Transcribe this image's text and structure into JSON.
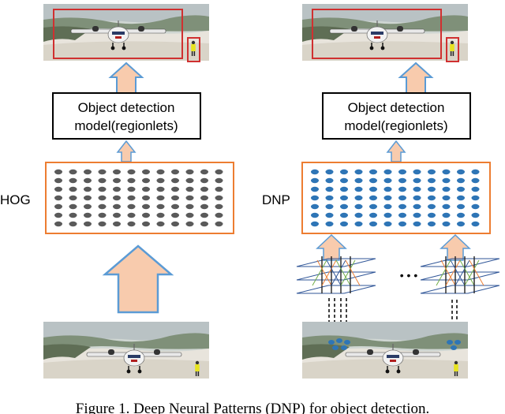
{
  "left_pipeline": {
    "model_label_line1": "Object detection",
    "model_label_line2": "model(regionlets)",
    "feature_label": "HOG"
  },
  "right_pipeline": {
    "model_label_line1": "Object detection",
    "model_label_line2": "model(regionlets)",
    "feature_label": "DNP",
    "ellipsis": "• • •"
  },
  "caption": "Figure 1. Deep Neural Patterns (DNP) for object detection.",
  "colors": {
    "frame_orange": "#ed7d31",
    "arrow_fill": "#f8cbad",
    "arrow_stroke": "#5b9bd5",
    "detect_box": "#d03030",
    "hog_dot": "#5a5a5a",
    "dnp_dot": "#2e75b6",
    "layer_stroke": "#2f5597"
  }
}
